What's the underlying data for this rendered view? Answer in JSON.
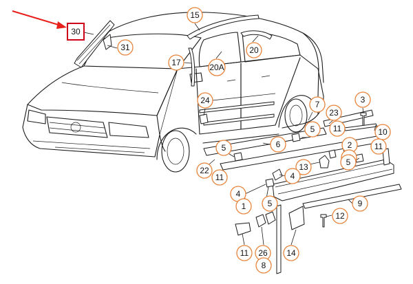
{
  "highlight": {
    "label": "30",
    "color": "#d0021b"
  },
  "arrow_color": "#e8201c",
  "callout_color": "#e8833a",
  "callouts": [
    "15",
    "31",
    "20",
    "17",
    "20A",
    "24",
    "7",
    "23",
    "3",
    "5",
    "11",
    "10",
    "6",
    "5",
    "2",
    "11",
    "5",
    "13",
    "5",
    "22",
    "11",
    "4",
    "4",
    "9",
    "1",
    "5",
    "12",
    "11",
    "26",
    "14",
    "8"
  ]
}
